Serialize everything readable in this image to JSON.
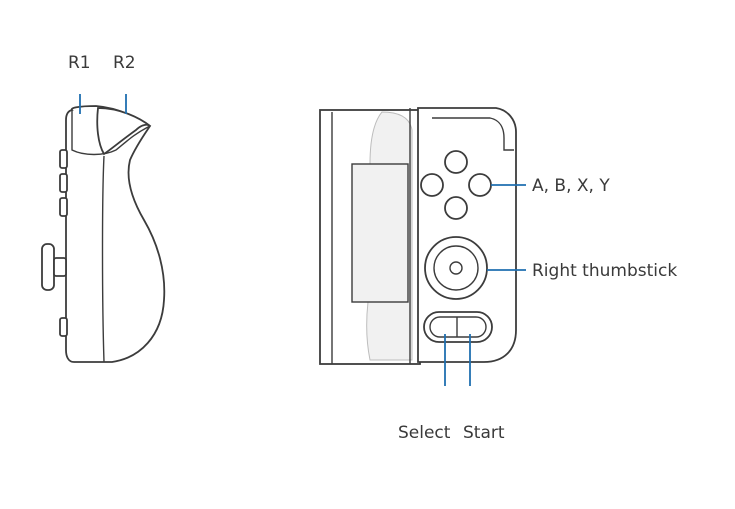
{
  "labels": {
    "r1": "R1",
    "r2": "R2",
    "abxy": "A, B, X, Y",
    "right_thumbstick": "Right thumbstick",
    "select": "Select",
    "start": "Start"
  },
  "colors": {
    "callout": "#1f6fb0",
    "outline": "#3c3c3c",
    "text": "#3a3a3a"
  }
}
